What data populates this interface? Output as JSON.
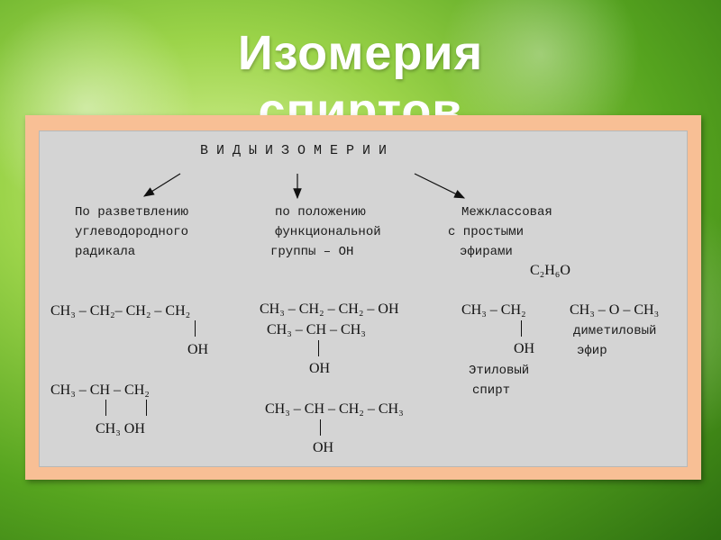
{
  "slide": {
    "title": "Изомерия",
    "title_line2": "спиртов"
  },
  "diagram": {
    "header": "В И Д Ы   И З О М Е Р И И",
    "categories": {
      "branching": [
        "По разветвлению",
        "углеводородного",
        "радикала"
      ],
      "position": [
        "по положению",
        "функциональной",
        "группы – ОН"
      ],
      "interclass": [
        "Межклассовая",
        "с простыми",
        "эфирами"
      ]
    },
    "molecular_formula": "C₂H₆O",
    "formulas": {
      "branching_1": {
        "chain": "CH₃ – CH₂– CH₂ – CH₂",
        "sub": "OH"
      },
      "branching_2": {
        "chain": "CH₃ – CH – CH₂",
        "sub": "CH₃   OH"
      },
      "position_1": "CH₃ – CH₂ – CH₂ – OH",
      "position_2": {
        "chain": "CH₃ – CH – CH₃",
        "sub": "OH"
      },
      "position_3": {
        "chain": "CH₃ – CH – CH₂ – CH₃",
        "sub": "OH"
      },
      "ethanol": {
        "chain": "CH₃ – CH₂",
        "sub": "OH",
        "name": [
          "Этиловый",
          "спирт"
        ]
      },
      "ether": {
        "chain": "CH₃ – O – CH₃",
        "name": [
          "диметиловый",
          "эфир"
        ]
      }
    }
  }
}
